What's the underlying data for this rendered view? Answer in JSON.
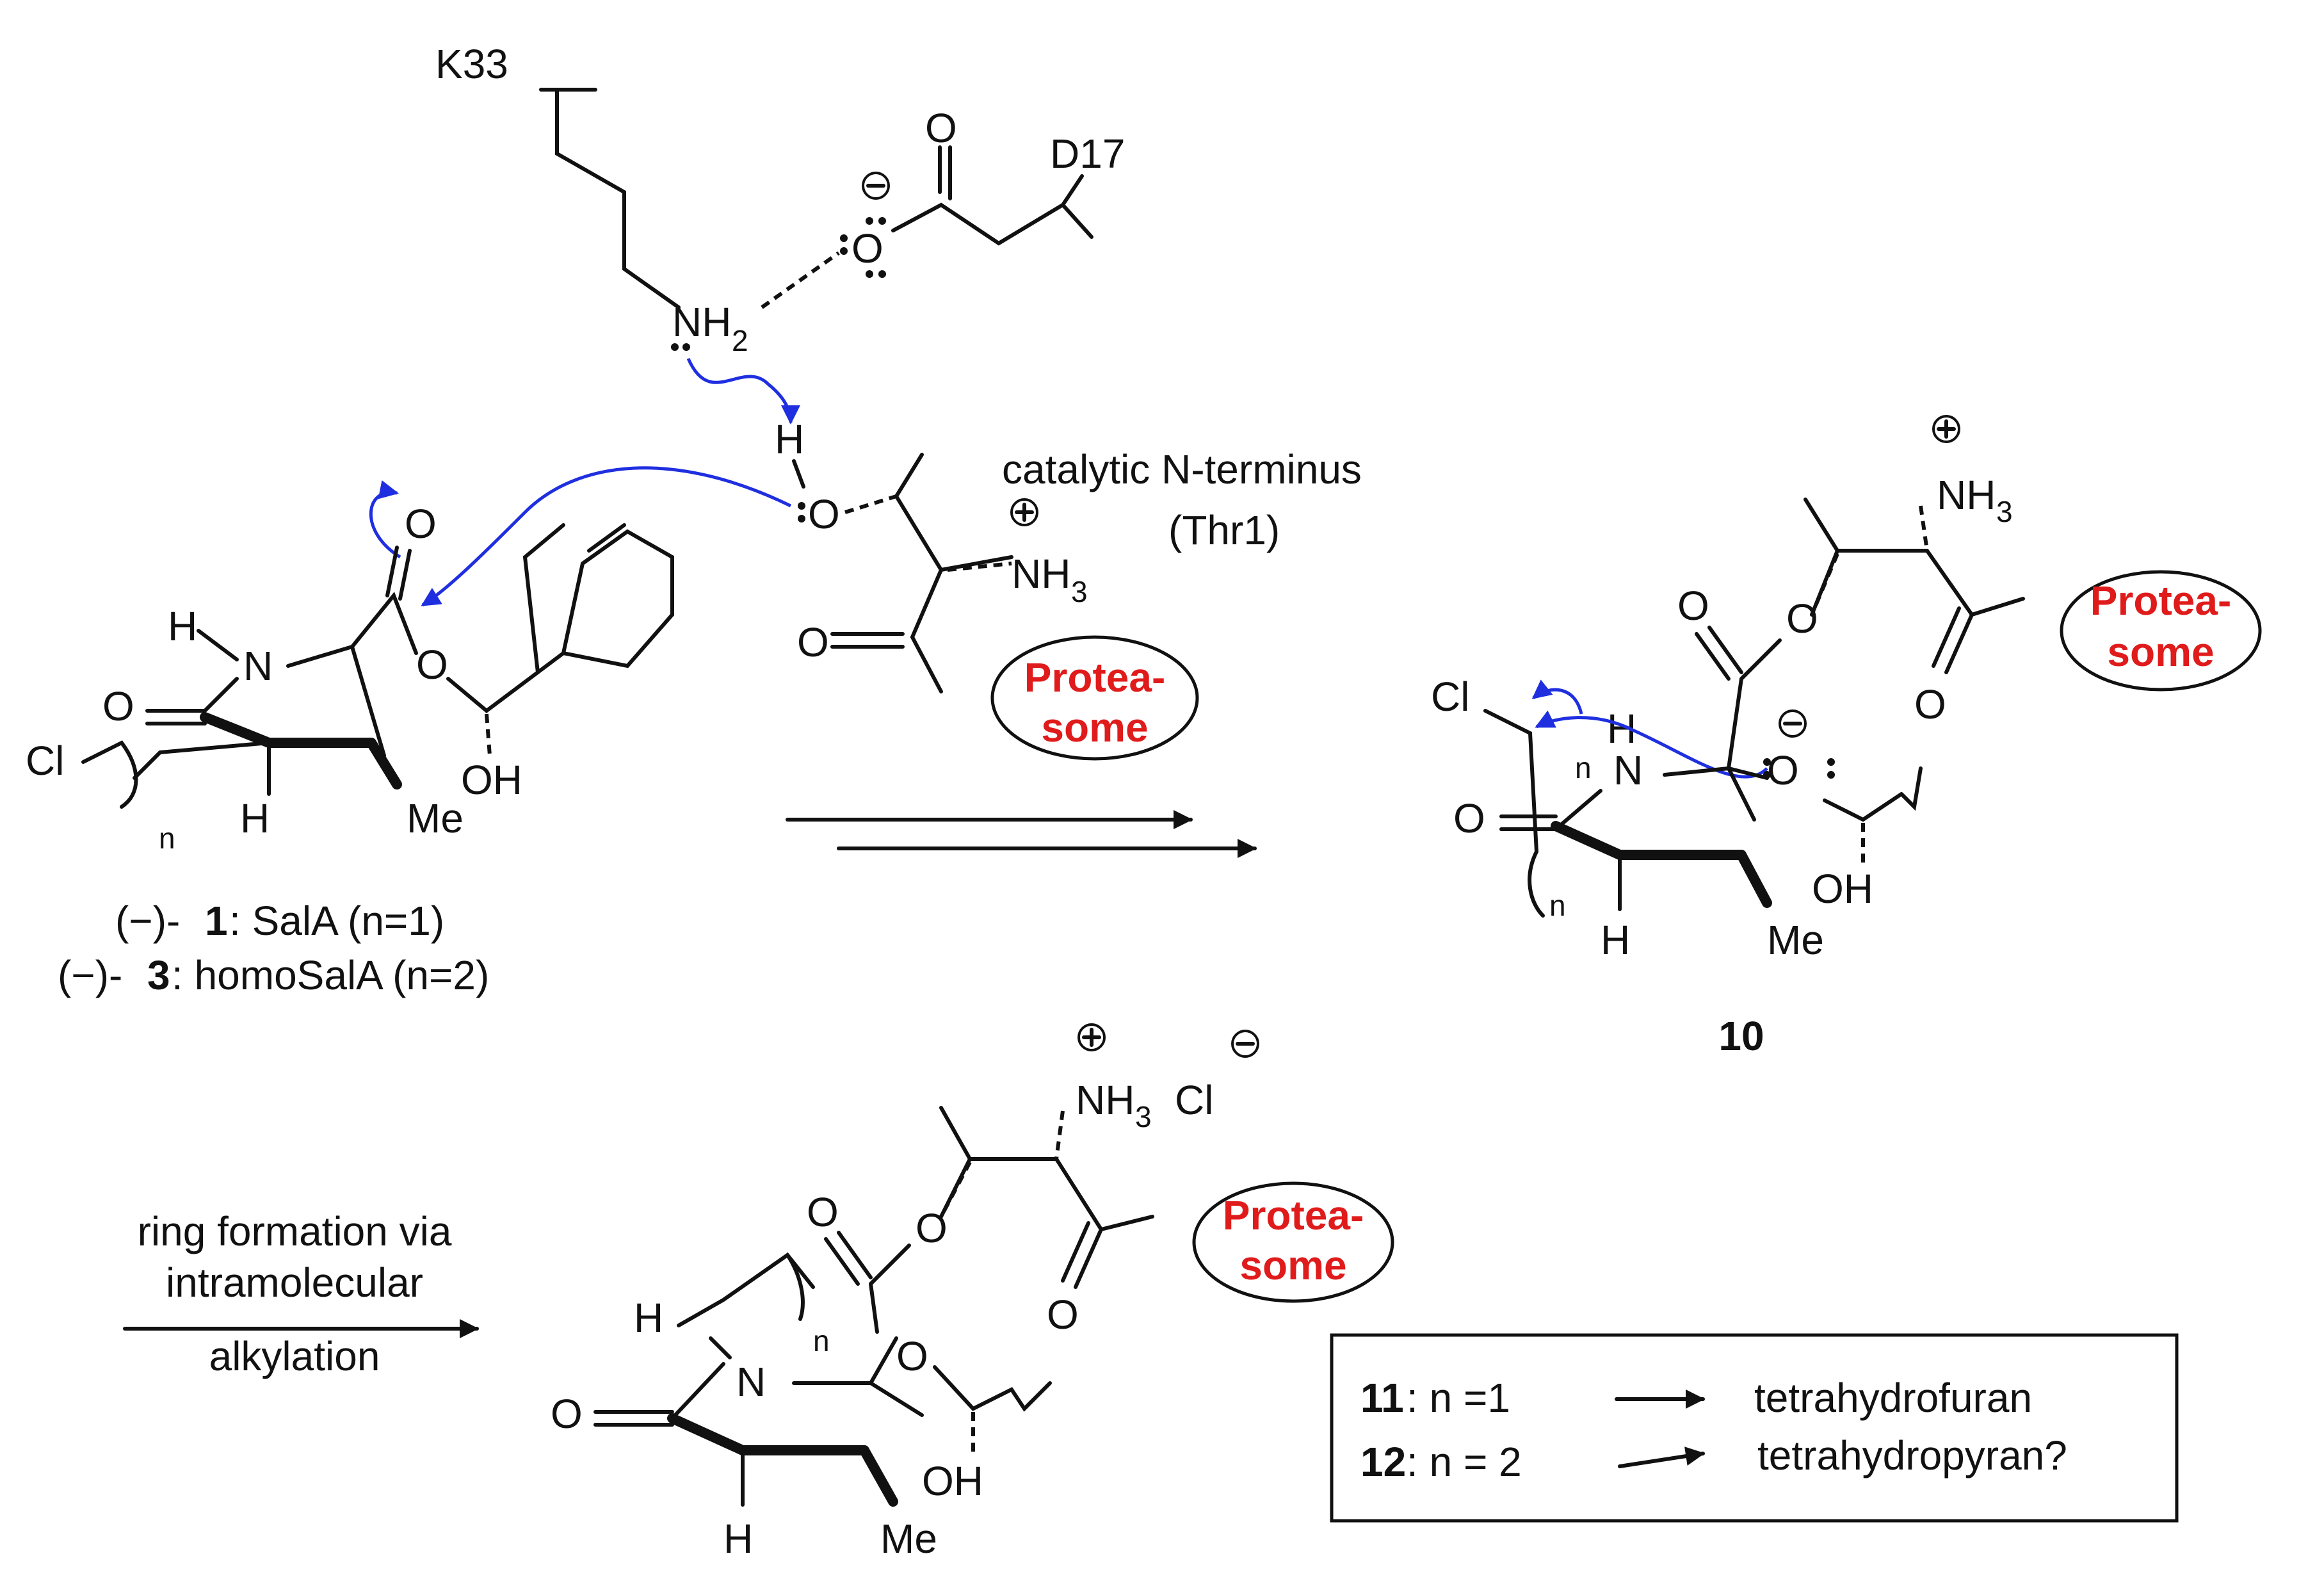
{
  "residues": {
    "lys": "K33",
    "asp": "D17",
    "o_carbonyl": "O",
    "o_anion": "O",
    "nh2": "NH",
    "nh2_sub": "2",
    "h_hydroxyl": "H",
    "o_thr": "O",
    "nh3": "NH",
    "nh3_sub": "3",
    "o_amide": "O"
  },
  "n_terminus": {
    "line1": "catalytic N-terminus",
    "line2": "(Thr1)"
  },
  "proteasome": {
    "line1": "Protea-",
    "line2": "some"
  },
  "salA": {
    "O_lactone": "O",
    "H": "H",
    "N": "N",
    "O_ketone": "O",
    "O_ring": "O",
    "Cl": "Cl",
    "H2": "H",
    "OH": "OH",
    "Me": "Me",
    "n": "n",
    "caption1": "(−)-1: SalA (n=1)",
    "caption1_a": "(−)-",
    "caption1_b": "1",
    "caption1_c": ": SalA (n=1)",
    "caption2_a": "(−)-",
    "caption2_b": "3",
    "caption2_c": ": homoSalA (n=2)"
  },
  "compound10": {
    "label": "10",
    "Cl": "Cl",
    "H_N": "H",
    "N": "N",
    "n": "n",
    "O_ketone": "O",
    "O_ester1": "O",
    "O_ester2": "O",
    "O_anion": "O",
    "OH": "OH",
    "Me": "Me",
    "H": "H",
    "n2": "n",
    "O_carbonyl": "O",
    "NH3": "NH",
    "NH3_sub": "3"
  },
  "step2": {
    "line1": "ring formation via",
    "line2": "intramolecular",
    "line3": "alkylation"
  },
  "product": {
    "NH3": "NH",
    "NH3_sub": "3",
    "Cl": "Cl",
    "O_ester1": "O",
    "O_ester2": "O",
    "O_carbonyl": "O",
    "H_top": "H",
    "N": "N",
    "n": "n",
    "O_ring": "O",
    "O_ketone": "O",
    "OH": "OH",
    "H": "H",
    "Me": "Me"
  },
  "legend": {
    "row1_a": "11",
    "row1_b": ": n =1",
    "row1_c": "tetrahydrofuran",
    "row2_a": "12",
    "row2_b": ": n = 2",
    "row2_c": "tetrahydropyran?"
  },
  "colors": {
    "curved_arrow": "#1f2fe0",
    "proteasome_text": "#e01b1b"
  }
}
